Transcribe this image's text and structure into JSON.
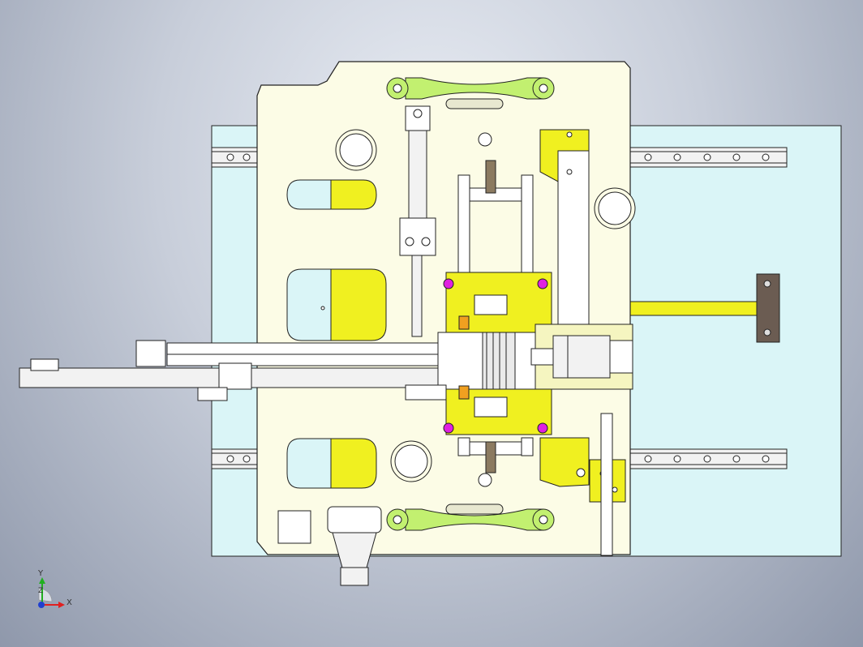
{
  "view": {
    "background_top": "#e9edf4",
    "background_bottom": "#8f98ab"
  },
  "colors": {
    "base_plate": "#daf5f7",
    "mold_plate": "#fcfce6",
    "yellow_part": "#f0f020",
    "green_handle": "#c2f070",
    "magenta_bolt": "#e020e0",
    "dark_block": "#6b5c52",
    "outline": "#222222",
    "steel": "#e8e8e8"
  },
  "triad": {
    "x_label": "X",
    "y_label": "Y",
    "z_label": "Z",
    "x_color": "#e02020",
    "y_color": "#20b020",
    "z_color": "#2040d0"
  }
}
